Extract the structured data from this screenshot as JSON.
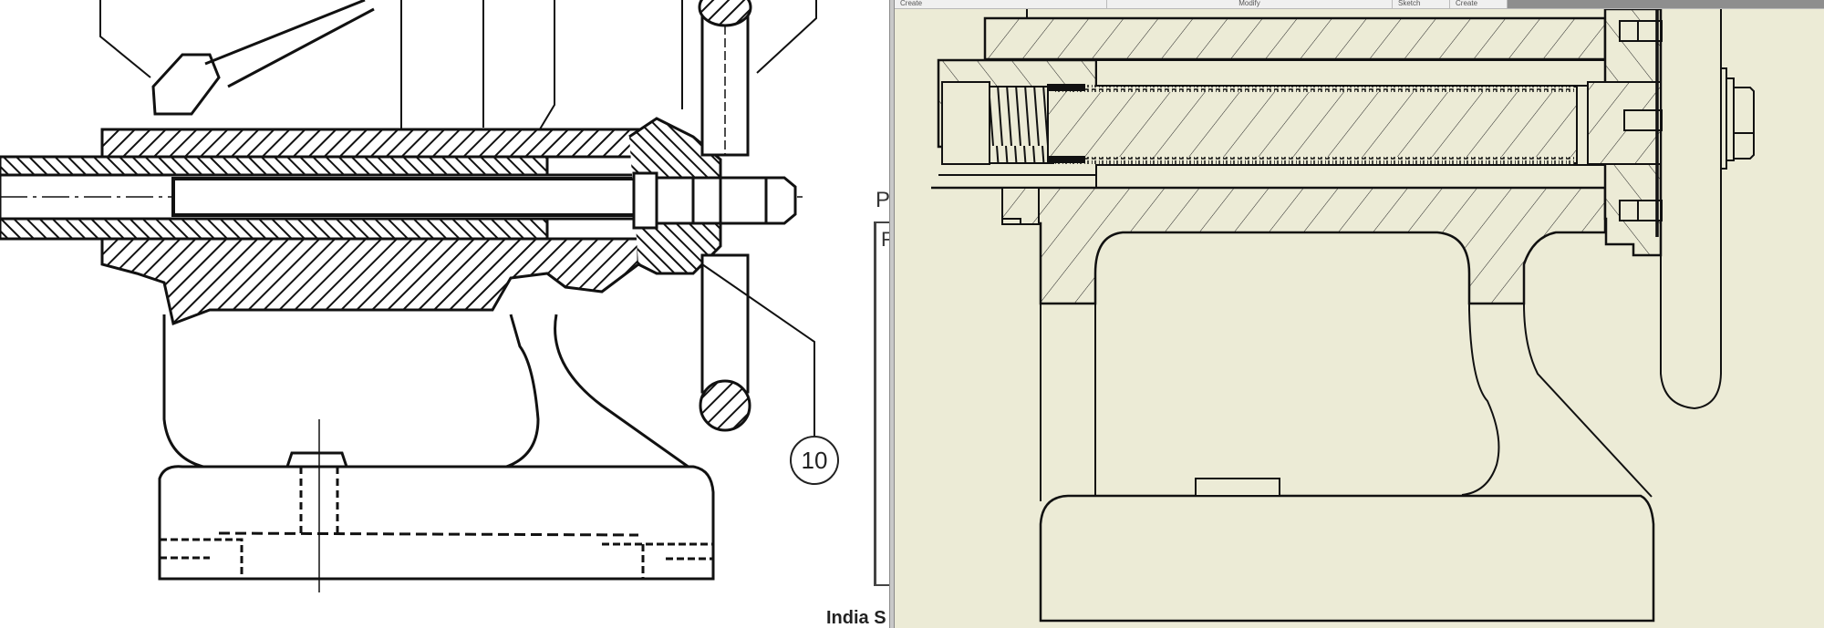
{
  "layout": {
    "left_panel": "scanned reference drawing",
    "right_panel": "CAD section view"
  },
  "ribbon": {
    "groups": [
      "Create",
      "Modify",
      "Sketch",
      "Create"
    ]
  },
  "reference_drawing": {
    "balloon_number": "10",
    "side_text_p": "P",
    "side_text_f": "F",
    "footer_text": "India S"
  },
  "colors": {
    "cad_background": "#ecebd6",
    "line": "#111111",
    "scan_background": "#ffffff"
  }
}
